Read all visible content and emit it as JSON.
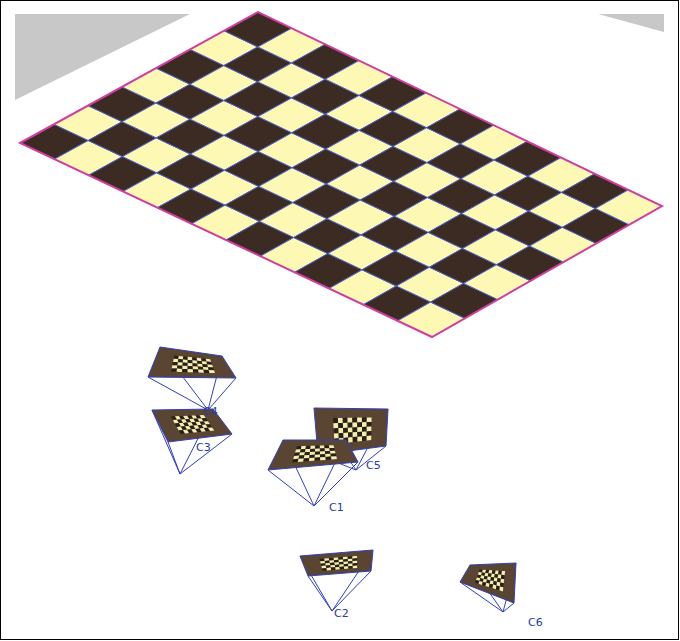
{
  "diagram": {
    "labels": [
      "C4",
      "C3",
      "C5",
      "C1",
      "C2",
      "C6"
    ]
  }
}
